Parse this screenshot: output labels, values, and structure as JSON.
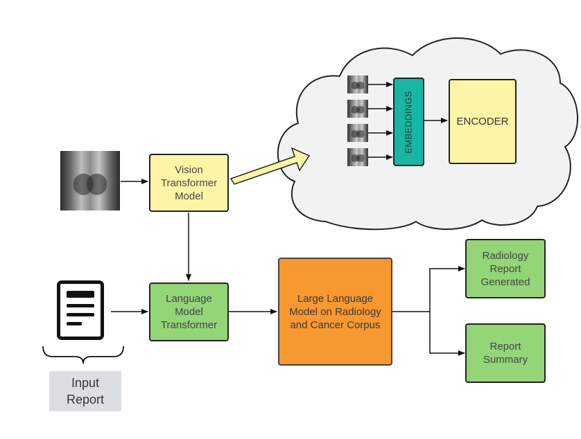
{
  "nodes": {
    "vit": "Vision\nTransformer\nModel",
    "lmt": "Language\nModel\nTransformer",
    "llm": "Large Language\nModel on Radiology\nand Cancer Corpus",
    "report_generated": "Radiology\nReport\nGenerated",
    "report_summary": "Report\nSummary",
    "embeddings": "EMBEDDINGS",
    "encoder": "ENCODER",
    "input_report": "Input\nReport"
  },
  "colors": {
    "yellow": "#fdf5a6",
    "green": "#93d577",
    "orange": "#f79830",
    "teal": "#17b7a3",
    "cloud_fill": "#f2f2f2"
  },
  "icons": [
    "chest-xray-image",
    "document-icon",
    "brace-icon"
  ]
}
